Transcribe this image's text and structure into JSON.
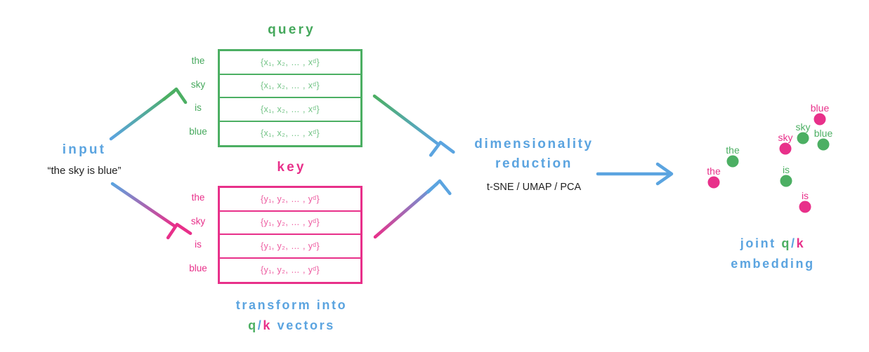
{
  "input": {
    "title": "input",
    "phrase": "“the sky is blue”"
  },
  "matrices": {
    "query": {
      "title": "query",
      "row_labels": [
        "the",
        "sky",
        "is",
        "blue"
      ],
      "cell_text": "{x₁, x₂, … , xᵈ}",
      "color": "#4CAF63"
    },
    "key": {
      "title": "key",
      "row_labels": [
        "the",
        "sky",
        "is",
        "blue"
      ],
      "cell_text": "{y₁, y₂, … , yᵈ}",
      "color": "#E8308A"
    }
  },
  "transform_caption": {
    "line1": "transform into",
    "q": "q",
    "slash": "/",
    "k": "k",
    "vectors": "vectors"
  },
  "dimensionality_reduction": {
    "line1": "dimensionality",
    "line2": "reduction",
    "methods": "t-SNE / UMAP / PCA",
    "color": "#5BA4E0"
  },
  "joint_caption": {
    "joint": "joint",
    "q": "q",
    "slash": "/",
    "k": "k",
    "line2": "embedding"
  },
  "chart_data": {
    "type": "scatter",
    "title": "joint q/k embedding",
    "xlabel": "",
    "ylabel": "",
    "grid": false,
    "axes_visible": false,
    "legend": "none",
    "series": [
      {
        "name": "query",
        "color": "#4CAF63",
        "points": [
          {
            "label": "the",
            "x": 83,
            "y": 110
          },
          {
            "label": "sky",
            "x": 183,
            "y": 77
          },
          {
            "label": "blue",
            "x": 212,
            "y": 86
          },
          {
            "label": "is",
            "x": 159,
            "y": 138
          }
        ]
      },
      {
        "name": "key",
        "color": "#E8308A",
        "points": [
          {
            "label": "the",
            "x": 56,
            "y": 140
          },
          {
            "label": "sky",
            "x": 158,
            "y": 92
          },
          {
            "label": "blue",
            "x": 207,
            "y": 50
          },
          {
            "label": "is",
            "x": 186,
            "y": 175
          }
        ]
      }
    ]
  },
  "arrows": [
    {
      "name": "input-to-query",
      "from": "input",
      "to": "query",
      "gradient": [
        "#5BA4E0",
        "#4CAF63"
      ]
    },
    {
      "name": "input-to-key",
      "from": "input",
      "to": "key",
      "gradient": [
        "#5BA4E0",
        "#E8308A"
      ]
    },
    {
      "name": "query-to-reduction",
      "from": "query",
      "to": "dimensionality-reduction",
      "gradient": [
        "#4CAF63",
        "#5BA4E0"
      ]
    },
    {
      "name": "key-to-reduction",
      "from": "key",
      "to": "dimensionality-reduction",
      "gradient": [
        "#E8308A",
        "#5BA4E0"
      ]
    },
    {
      "name": "reduction-to-embedding",
      "from": "dimensionality-reduction",
      "to": "joint-embedding",
      "gradient": [
        "#5BA4E0",
        "#5BA4E0"
      ]
    }
  ]
}
